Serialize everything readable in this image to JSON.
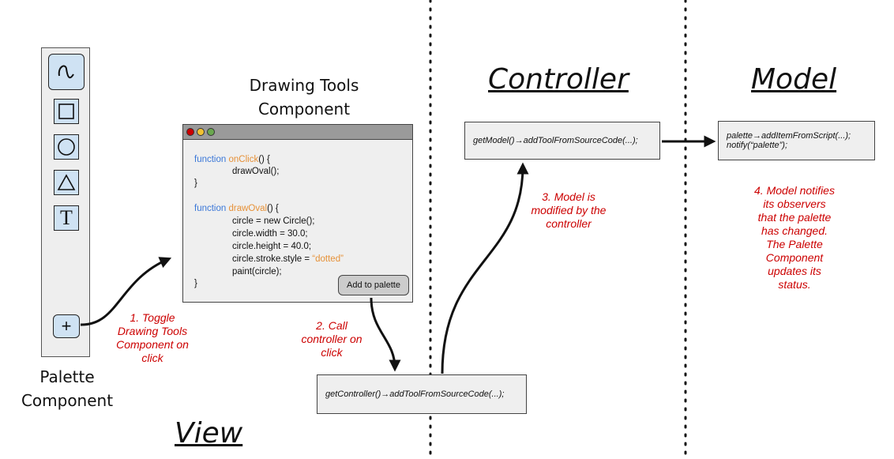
{
  "palette": {
    "title": "Palette Component",
    "tools": [
      {
        "icon": "curve-icon"
      },
      {
        "icon": "square-icon"
      },
      {
        "icon": "circle-icon"
      },
      {
        "icon": "triangle-icon",
        "glyph": "△"
      },
      {
        "icon": "text-tool-icon",
        "glyph": "T"
      }
    ],
    "add_button": "+"
  },
  "drawing_tools": {
    "title": "Drawing Tools Component",
    "code": {
      "l1_kw": "function ",
      "l1_fn": "onClick",
      "l1_rest": "() {",
      "l2": "drawOval();",
      "l3": "}",
      "l4_kw": "function ",
      "l4_fn": "drawOval",
      "l4_rest": "() {",
      "l5": "circle = new Circle();",
      "l6": "circle.width = 30.0;",
      "l7": "circle.height = 40.0;",
      "l8_pre": "circle.stroke.style = ",
      "l8_str": "“dotted”",
      "l9": "paint(circle);",
      "l10": "}"
    },
    "add_button": "Add to palette"
  },
  "sections": {
    "view": "View",
    "controller": "Controller",
    "model": "Model"
  },
  "boxes": {
    "view_call": "getController()→addToolFromSourceCode(...);",
    "controller_call": "getModel()→addToolFromSourceCode(...);",
    "model_line1": "palette→addItemFromScript(...);",
    "model_line2": "notify(“palette”);"
  },
  "notes": {
    "n1": [
      "1. Toggle",
      "Drawing Tools",
      "Component on",
      "click"
    ],
    "n2": [
      "2. Call",
      "controller on",
      "click"
    ],
    "n3": [
      "3. Model is",
      "modified by the",
      "controller"
    ],
    "n4": [
      "4. Model notifies",
      "its observers",
      "that the palette",
      "has changed.",
      "The Palette",
      "Component",
      "updates its",
      "status."
    ]
  },
  "colors": {
    "note": "#cc0000",
    "tool_fill": "#cfe2f3",
    "keyword": "#3c78d8",
    "function_name": "#e69138",
    "dot_red": "#cc0000",
    "dot_yellow": "#f1c232",
    "dot_green": "#6aa84f"
  }
}
